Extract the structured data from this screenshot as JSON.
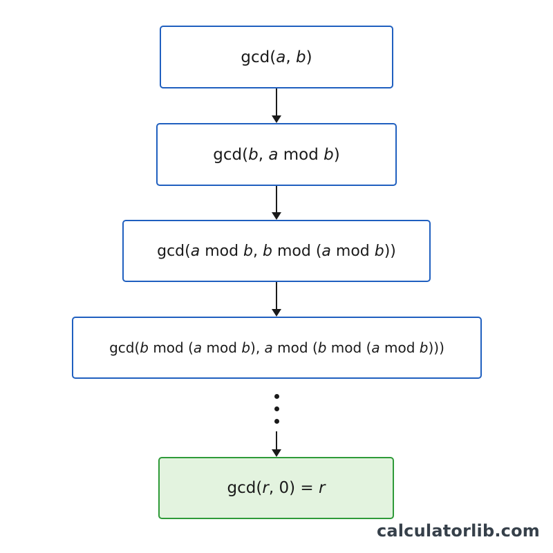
{
  "colors": {
    "box_border": "#1f5fbf",
    "final_border": "#2e9a38",
    "final_fill": "#e3f3df",
    "arrow": "#1a1a1a",
    "watermark": "#36404a"
  },
  "steps": [
    {
      "text": "gcd(a, b)",
      "parts": [
        {
          "t": "gcd(",
          "i": false
        },
        {
          "t": "a",
          "i": true
        },
        {
          "t": ", ",
          "i": false
        },
        {
          "t": "b",
          "i": true
        },
        {
          "t": ")",
          "i": false
        }
      ]
    },
    {
      "text": "gcd(b, a mod b)",
      "parts": [
        {
          "t": "gcd(",
          "i": false
        },
        {
          "t": "b",
          "i": true
        },
        {
          "t": ", ",
          "i": false
        },
        {
          "t": "a",
          "i": true
        },
        {
          "t": " mod ",
          "i": false
        },
        {
          "t": "b",
          "i": true
        },
        {
          "t": ")",
          "i": false
        }
      ]
    },
    {
      "text": "gcd(a mod b, b mod (a mod b))",
      "parts": [
        {
          "t": "gcd(",
          "i": false
        },
        {
          "t": "a",
          "i": true
        },
        {
          "t": " mod ",
          "i": false
        },
        {
          "t": "b",
          "i": true
        },
        {
          "t": ", ",
          "i": false
        },
        {
          "t": "b",
          "i": true
        },
        {
          "t": " mod (",
          "i": false
        },
        {
          "t": "a",
          "i": true
        },
        {
          "t": " mod ",
          "i": false
        },
        {
          "t": "b",
          "i": true
        },
        {
          "t": "))",
          "i": false
        }
      ]
    },
    {
      "text": "gcd(b mod (a mod b), a mod (b mod (a mod b)))",
      "parts": [
        {
          "t": "gcd(",
          "i": false
        },
        {
          "t": "b",
          "i": true
        },
        {
          "t": " mod (",
          "i": false
        },
        {
          "t": "a",
          "i": true
        },
        {
          "t": " mod ",
          "i": false
        },
        {
          "t": "b",
          "i": true
        },
        {
          "t": "), ",
          "i": false
        },
        {
          "t": "a",
          "i": true
        },
        {
          "t": " mod (",
          "i": false
        },
        {
          "t": "b",
          "i": true
        },
        {
          "t": " mod (",
          "i": false
        },
        {
          "t": "a",
          "i": true
        },
        {
          "t": " mod ",
          "i": false
        },
        {
          "t": "b",
          "i": true
        },
        {
          "t": ")))",
          "i": false
        }
      ]
    },
    {
      "text": "gcd(r, 0) = r",
      "parts": [
        {
          "t": "gcd(",
          "i": false
        },
        {
          "t": "r",
          "i": true
        },
        {
          "t": ", 0) = ",
          "i": false
        },
        {
          "t": "r",
          "i": true
        }
      ]
    }
  ],
  "watermark": "calculatorlib.com"
}
